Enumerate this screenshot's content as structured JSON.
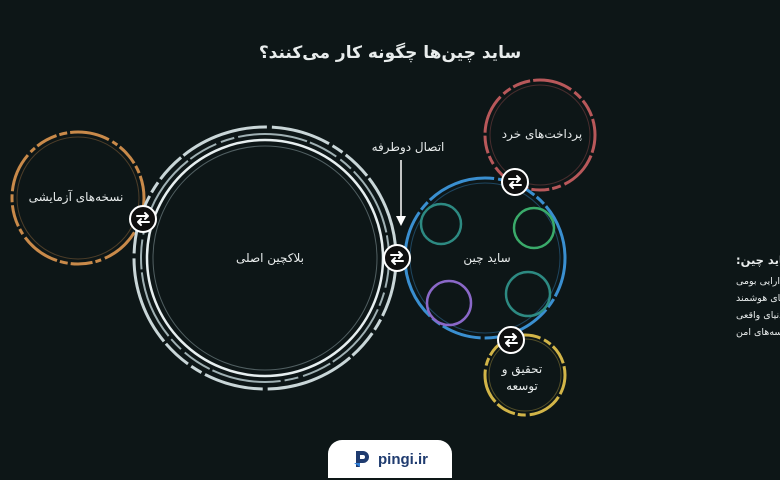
{
  "title": "ساید چین‌ها چگونه کار می‌کنند؟",
  "nodes": {
    "mainchain": "بلاکچین اصلی",
    "sidechain": "ساید چین",
    "testnets": "نسخه‌های آزمایشی",
    "payments": "پرداخت‌های خرد",
    "rnd_line1": "تحقیق و",
    "rnd_line2": "توسعه"
  },
  "bridge_label": "اتصال دوطرفه",
  "capabilities": {
    "heading": "قابلیت‌های توسعه ساید چین:",
    "items": [
      "صدور دارایی بومی",
      "قراردادهای هوشمند",
      "ثبت املاک دنیای واقعی",
      "شناسه‌های امن"
    ]
  },
  "brand": "pingi.ir",
  "colors": {
    "background": "#0d1617",
    "mainchain": "#c9d6d8",
    "sidechain": "#3a8fd0",
    "testnets": "#c98a4a",
    "payments": "#b8585a",
    "rnd": "#d2b548",
    "inner_green": "#3aaa6a",
    "inner_purple": "#8a68c8",
    "inner_teal": "#2d8a82"
  }
}
